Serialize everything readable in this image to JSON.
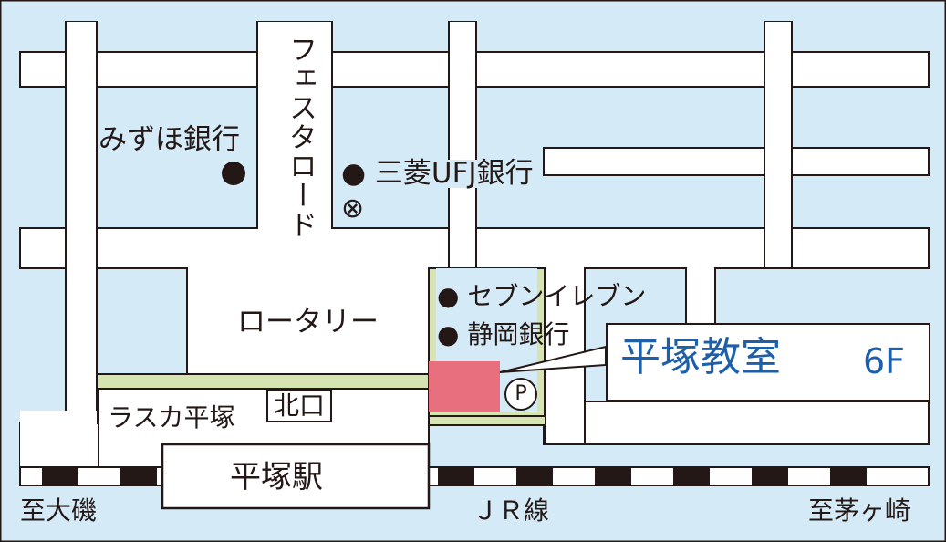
{
  "colors": {
    "block": "#d4eaf7",
    "road": "#ffffff",
    "outline": "#231815",
    "station_frame": "#d6e4b1",
    "school": "#e86f7d",
    "title": "#1d5fa8"
  },
  "streets": {
    "festa_road": "フェスタロード"
  },
  "places": {
    "mizuho_bank": "みずほ銀行",
    "mufg_bank": "● 三菱UFJ銀行",
    "police_box_icon": "⊗",
    "rotary": "ロータリー",
    "seven_eleven": "● セブンイレブン",
    "shizuoka_bank": "● 静岡銀行",
    "lasca": "ラスカ平塚",
    "north_exit": "北口",
    "station": "平塚駅",
    "parking_icon": "P"
  },
  "school": {
    "name": "平塚教室",
    "floor": "6F"
  },
  "railway": {
    "line_name": "ＪＲ線",
    "to_west": "至大磯",
    "to_east": "至茅ヶ崎"
  }
}
